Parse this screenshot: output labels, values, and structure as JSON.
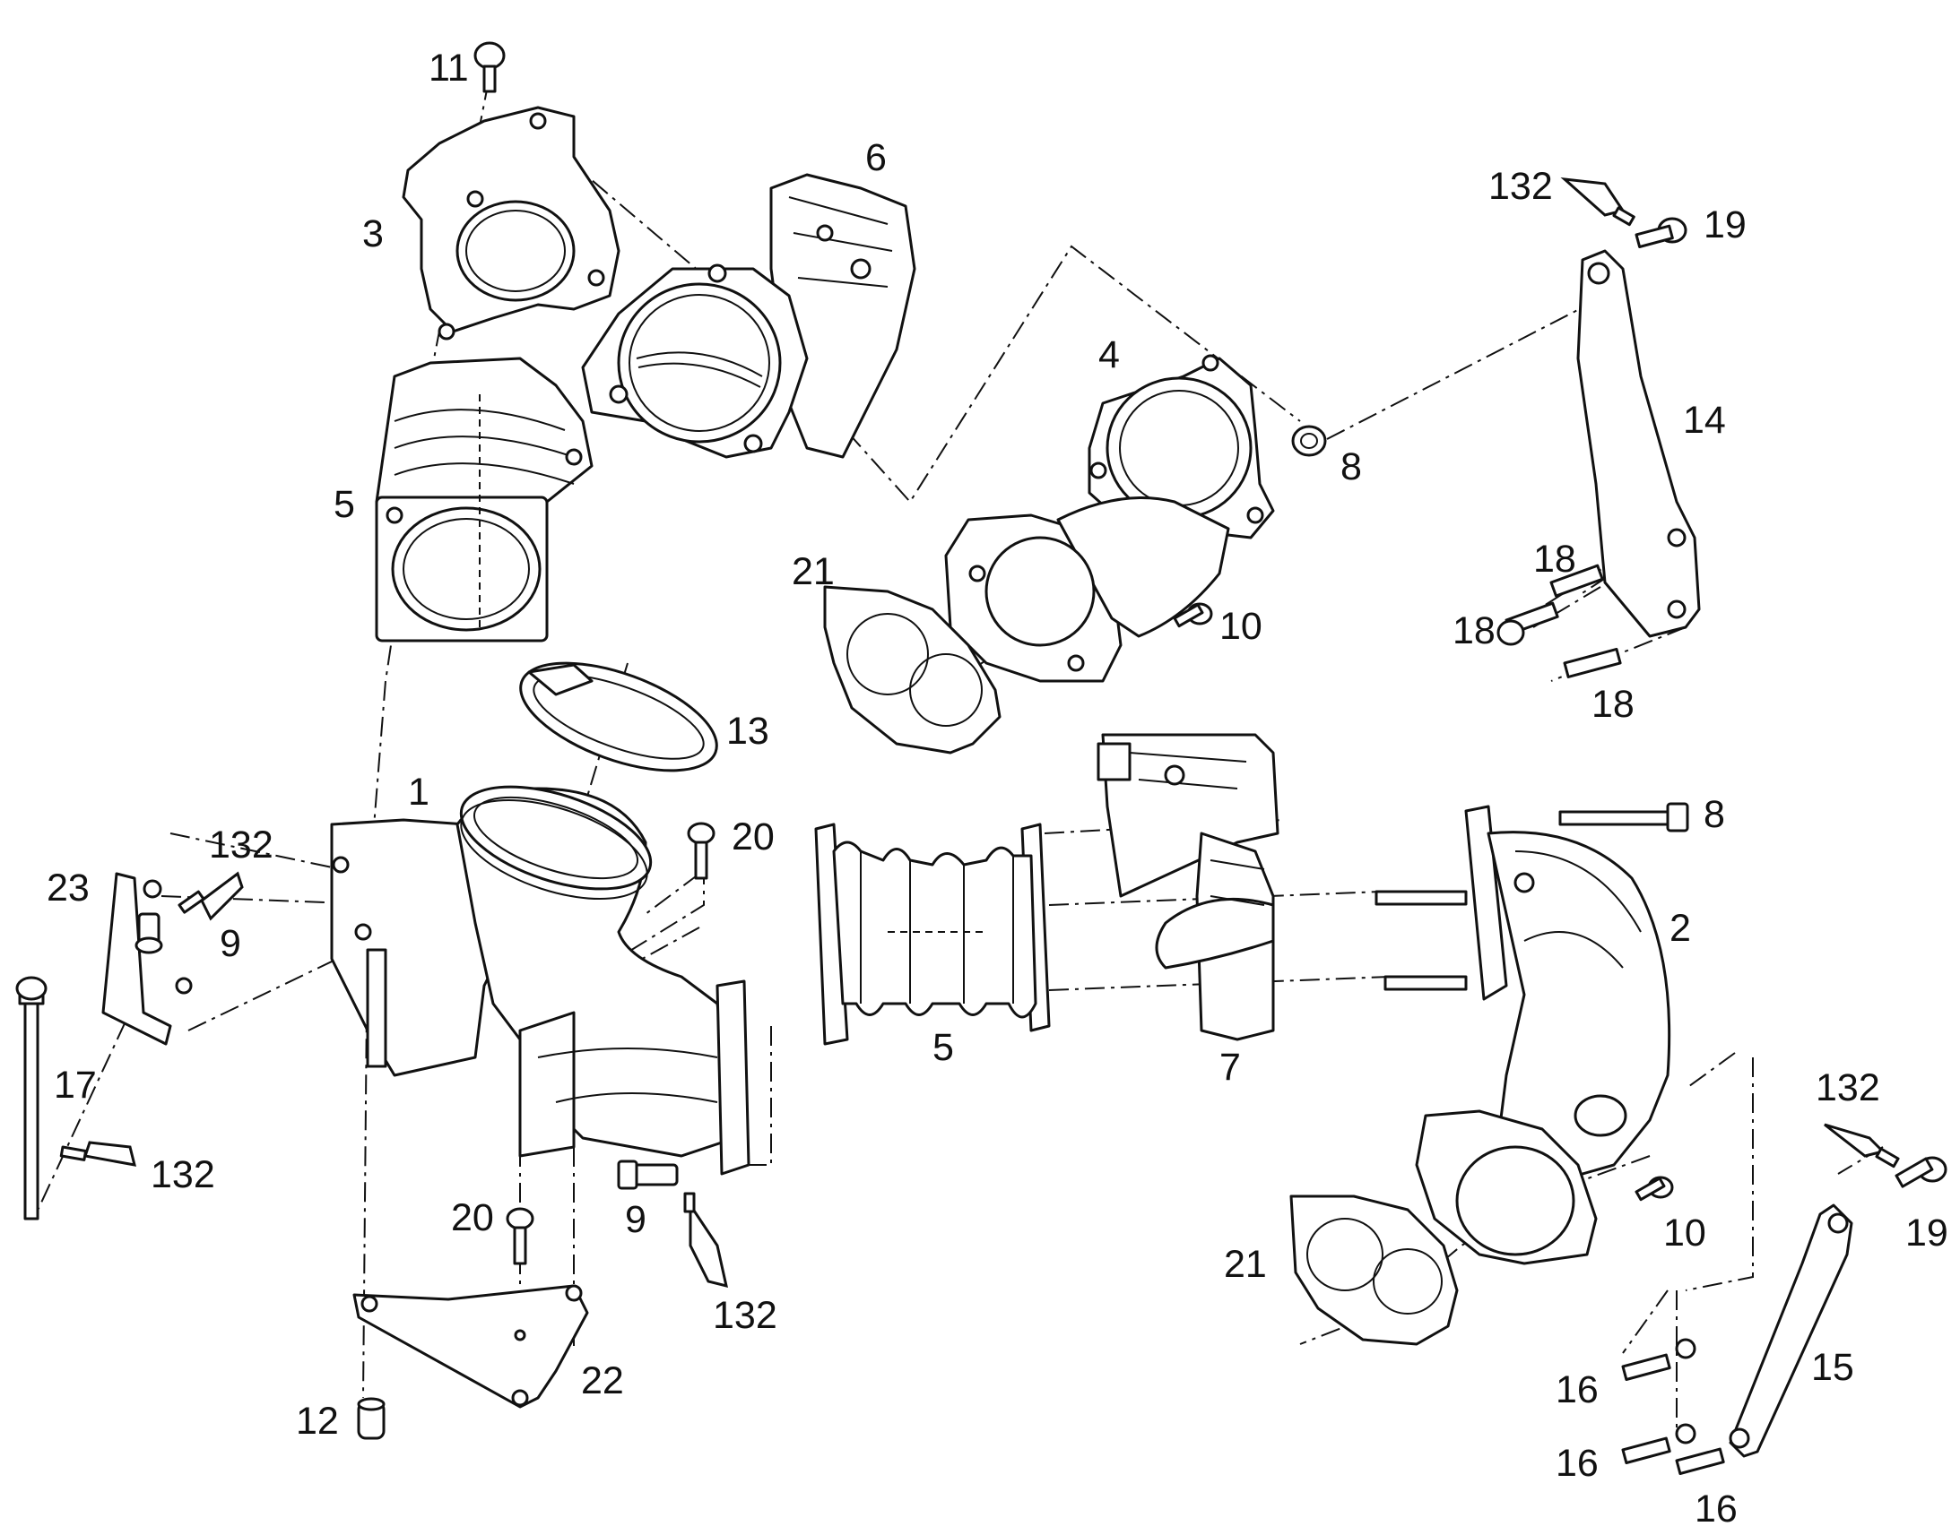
{
  "diagram": {
    "type": "exploded-parts-view",
    "callouts": {
      "c1": "1",
      "c2": "2",
      "c3": "3",
      "c4": "4",
      "c5a": "5",
      "c5b": "5",
      "c6": "6",
      "c7": "7",
      "c8a": "8",
      "c8b": "8",
      "c9a": "9",
      "c9b": "9",
      "c10a": "10",
      "c10b": "10",
      "c11": "11",
      "c12": "12",
      "c13": "13",
      "c14": "14",
      "c15": "15",
      "c16a": "16",
      "c16b": "16",
      "c16c": "16",
      "c17": "17",
      "c18a": "18",
      "c18b": "18",
      "c18c": "18",
      "c19a": "19",
      "c19b": "19",
      "c20a": "20",
      "c20b": "20",
      "c21a": "21",
      "c21b": "21",
      "c22": "22",
      "c23": "23",
      "c132a": "132",
      "c132b": "132",
      "c132c": "132",
      "c132d": "132",
      "c132e": "132"
    }
  }
}
